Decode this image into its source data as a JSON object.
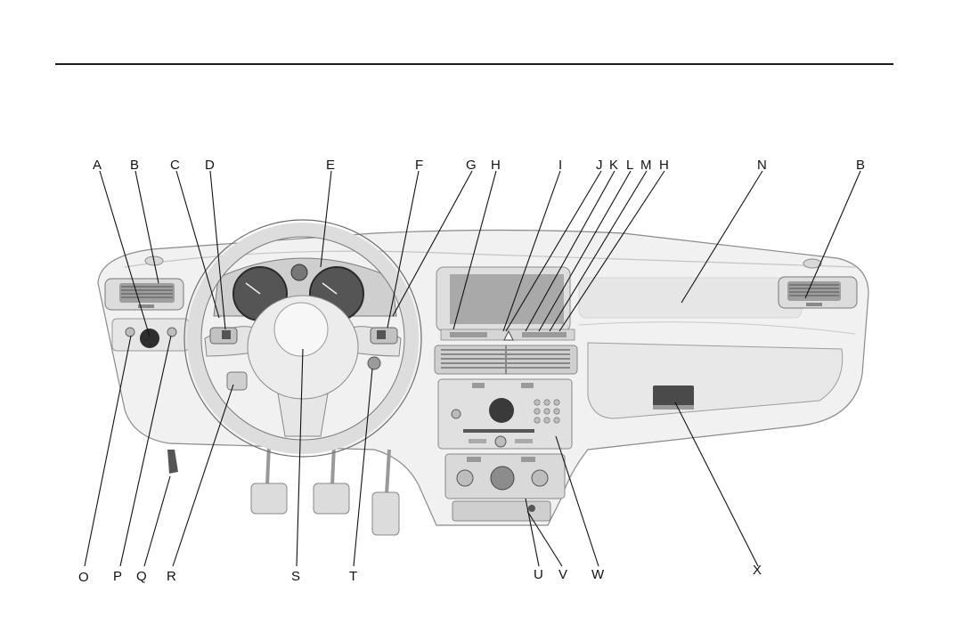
{
  "figure": {
    "callouts": [
      {
        "id": "A",
        "text": "A"
      },
      {
        "id": "B1",
        "text": "B"
      },
      {
        "id": "C",
        "text": "C"
      },
      {
        "id": "D",
        "text": "D"
      },
      {
        "id": "E",
        "text": "E"
      },
      {
        "id": "F",
        "text": "F"
      },
      {
        "id": "G",
        "text": "G"
      },
      {
        "id": "H1",
        "text": "H"
      },
      {
        "id": "I",
        "text": "I"
      },
      {
        "id": "J",
        "text": "J"
      },
      {
        "id": "K",
        "text": "K"
      },
      {
        "id": "L",
        "text": "L"
      },
      {
        "id": "M",
        "text": "M"
      },
      {
        "id": "H2",
        "text": "H"
      },
      {
        "id": "N",
        "text": "N"
      },
      {
        "id": "B2",
        "text": "B"
      },
      {
        "id": "O",
        "text": "O"
      },
      {
        "id": "P",
        "text": "P"
      },
      {
        "id": "Q",
        "text": "Q"
      },
      {
        "id": "R",
        "text": "R"
      },
      {
        "id": "S",
        "text": "S"
      },
      {
        "id": "T",
        "text": "T"
      },
      {
        "id": "U",
        "text": "U"
      },
      {
        "id": "V",
        "text": "V"
      },
      {
        "id": "W",
        "text": "W"
      },
      {
        "id": "X",
        "text": "X"
      }
    ]
  }
}
